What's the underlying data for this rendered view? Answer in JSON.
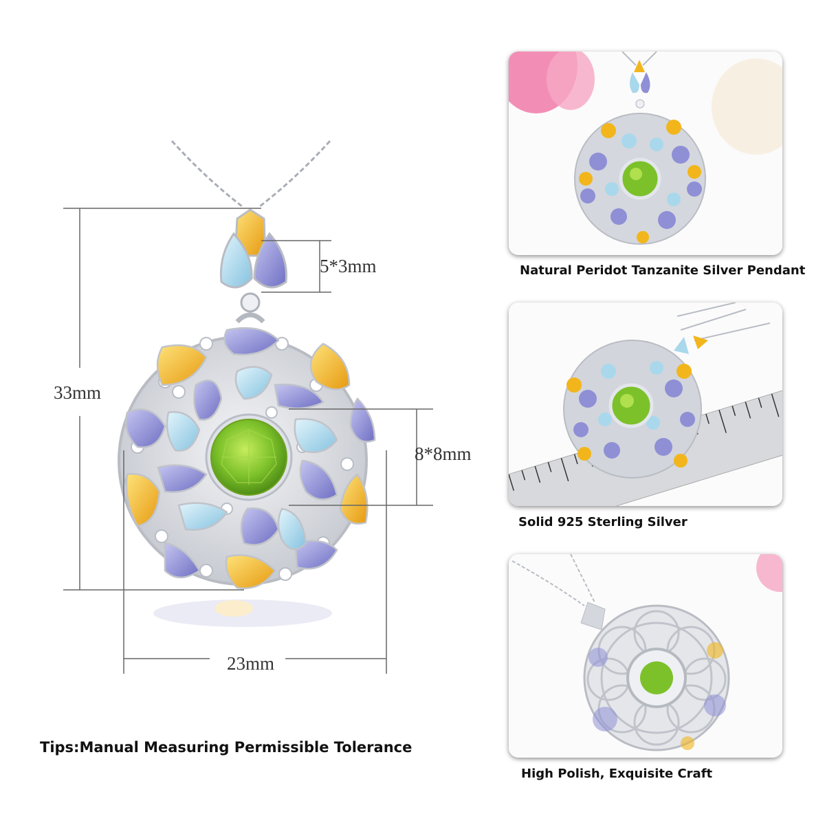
{
  "dimensions": {
    "small_stone": "5*3mm",
    "height": "33mm",
    "center_stone": "8*8mm",
    "width": "23mm"
  },
  "tips": "Tips:Manual Measuring Permissible Tolerance",
  "cards": [
    {
      "caption": "Natural Peridot Tanzanite Silver Pendant"
    },
    {
      "caption": "Solid 925 Sterling Silver"
    },
    {
      "caption": "High Polish, Exquisite Craft"
    }
  ],
  "colors": {
    "peridot": "#7cc12a",
    "citrine": "#f2b61c",
    "tanzanite": "#8f8fd6",
    "topaz": "#a9d8ec",
    "silver": "#c9ccd2",
    "dimension_line": "#666666"
  }
}
